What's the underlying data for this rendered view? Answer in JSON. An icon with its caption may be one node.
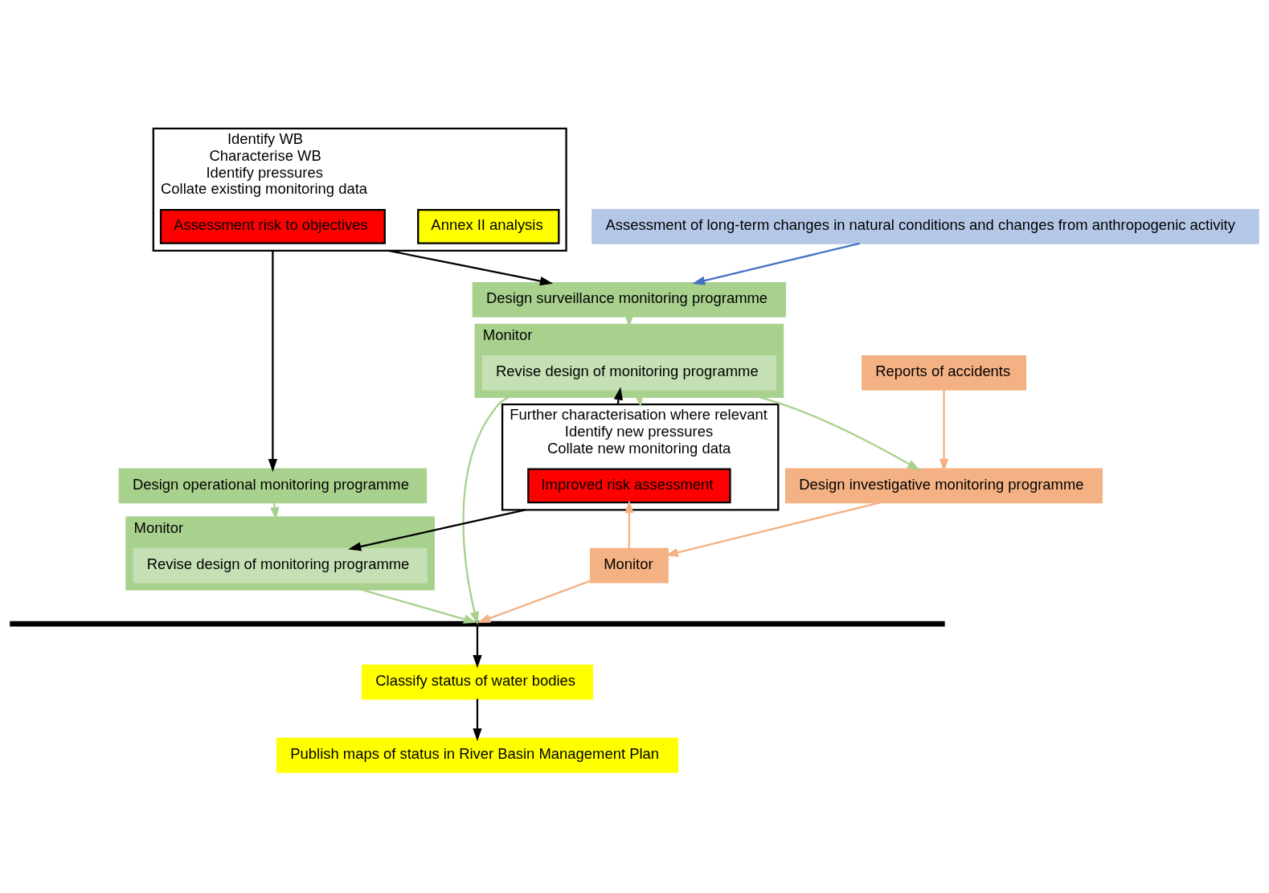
{
  "diagram": {
    "nodes": [
      {
        "text": [
          "Assessment of long-term changes in natural conditions and changes from anthropogenic activity"
        ]
      },
      {
        "text": [
          "Identify WB",
          "Characterise WB",
          "Identify pressures",
          "Collate existing monitoring data"
        ]
      },
      {
        "text": [
          "Annex II analysis"
        ],
        "in": 1
      },
      {
        "text": [
          "Assessment risk to objectives"
        ],
        "in": 1
      },
      {
        "text": [
          "Design surveillance monitoring programme"
        ]
      },
      {
        "text": [
          "Design operational monitoring programme"
        ]
      },
      {
        "text": [
          "Reports of accidents"
        ]
      },
      {
        "text": [
          "Monitor"
        ]
      },
      {
        "text": [
          "Revise design of monitoring programme"
        ],
        "in": 7
      },
      {
        "text": [
          "Further characterisation where relevant",
          "Identify new pressures",
          "Collate new monitoring data"
        ]
      },
      {
        "text": [
          "Improved risk assessment"
        ],
        "in": 9
      },
      {
        "text": [
          "Monitor"
        ]
      },
      {
        "text": [
          "Revise design of monitoring programme"
        ],
        "in": 11
      },
      {
        "text": [
          "Design investigative monitoring programme"
        ]
      },
      {
        "text": [
          "Monitor"
        ]
      },
      {
        "text": [],
        "shape": "bar"
      },
      {
        "text": [
          "Classify status of water bodies"
        ]
      },
      {
        "text": [
          "Publish maps of status in River Basin Management Plan"
        ]
      }
    ],
    "edges": [
      {
        "from": 0,
        "to": 4,
        "arrow": "to",
        "color": "#4472c4"
      },
      {
        "from": 1,
        "to": 4,
        "arrow": "to"
      },
      {
        "from": 1,
        "to": 5,
        "arrow": "to"
      },
      {
        "from": 4,
        "to": 7,
        "arrow": "to",
        "color": "#a9d18e"
      },
      {
        "from": 5,
        "to": 11,
        "arrow": "to",
        "color": "#a9d18e"
      },
      {
        "from": 7,
        "to": 9,
        "arrow": "to",
        "color": "#a9d18e"
      },
      {
        "from": 7,
        "to": 13,
        "arrow": "to",
        "color": "#a9d18e"
      },
      {
        "from": 6,
        "to": 13,
        "arrow": "to",
        "color": "#f4b183"
      },
      {
        "from": 9,
        "to": 8,
        "arrow": "to"
      },
      {
        "from": 9,
        "to": 12,
        "arrow": "to"
      },
      {
        "from": 13,
        "to": 14,
        "arrow": "to",
        "color": "#f4b183"
      },
      {
        "from": 14,
        "to": 10,
        "arrow": "to",
        "color": "#f4b183"
      },
      {
        "from": 14,
        "to": 15,
        "arrow": "to",
        "color": "#f4b183"
      },
      {
        "from": 7,
        "to": 15,
        "arrow": "to",
        "color": "#a9d18e"
      },
      {
        "from": 11,
        "to": 15,
        "arrow": "to",
        "color": "#a9d18e"
      },
      {
        "from": 15,
        "to": 16,
        "arrow": "to"
      },
      {
        "from": 16,
        "to": 17,
        "arrow": "to"
      }
    ]
  }
}
